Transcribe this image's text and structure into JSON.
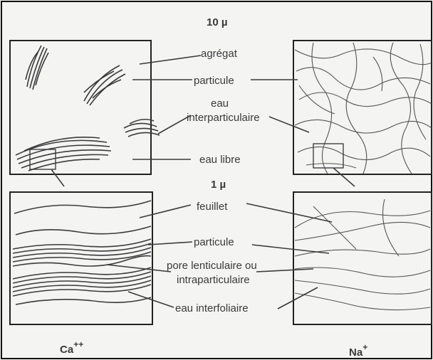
{
  "scale_top": "10 µ",
  "scale_bottom": "1 µ",
  "labels": {
    "aggregate": "agrégat",
    "particle": "particule",
    "interparticle_water_1": "eau",
    "interparticle_water_2": "interparticulaire",
    "free_water": "eau libre",
    "sheet": "feuillet",
    "particle_2": "particule",
    "pore_1": "pore lenticulaire ou",
    "pore_2": "intraparticulaire",
    "interlayer_water": "eau interfoliaire"
  },
  "cation_left": "Ca",
  "cation_left_sup": "++",
  "cation_right": "Na",
  "cation_right_sup": "+"
}
